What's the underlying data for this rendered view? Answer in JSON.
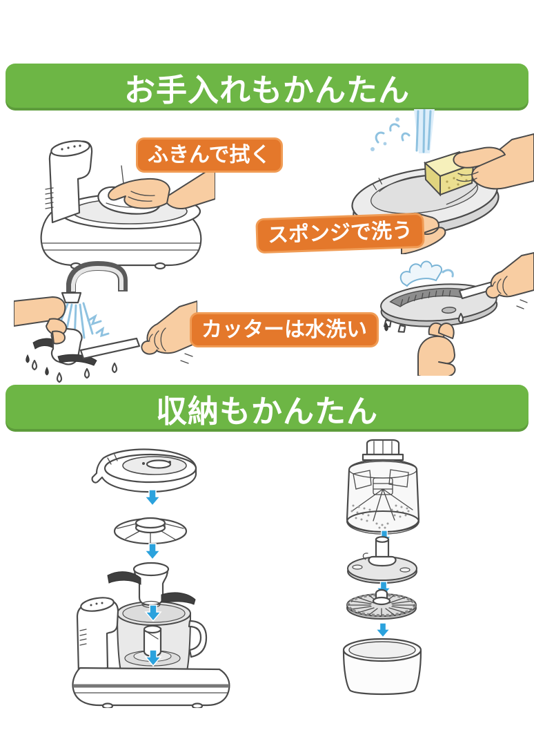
{
  "care": {
    "banner": "お手入れもかんたん",
    "labels": [
      {
        "id": "wipe",
        "text": "ふきんで拭く"
      },
      {
        "id": "sponge",
        "text": "スポンジで洗う"
      },
      {
        "id": "cutter",
        "text": "カッターは水洗い"
      }
    ],
    "illustrations": [
      "wipe-machine-with-cloth",
      "wash-lid-with-sponge",
      "rinse-cutter-under-faucet",
      "rinse-slicer-disc-with-brush"
    ]
  },
  "storage": {
    "banner": "収納もかんたん",
    "diagrams": [
      "main-unit-stacking-order",
      "accessory-stacking-order"
    ]
  },
  "colors": {
    "banner_green": "#6db645",
    "label_orange": "#e4782b",
    "label_orange_border": "#f09b54",
    "arrow_blue": "#2ba2dd",
    "sponge_yellow": "#f6f0bb",
    "skin": "#f8cda2",
    "water_blue": "#8fc2e0"
  }
}
